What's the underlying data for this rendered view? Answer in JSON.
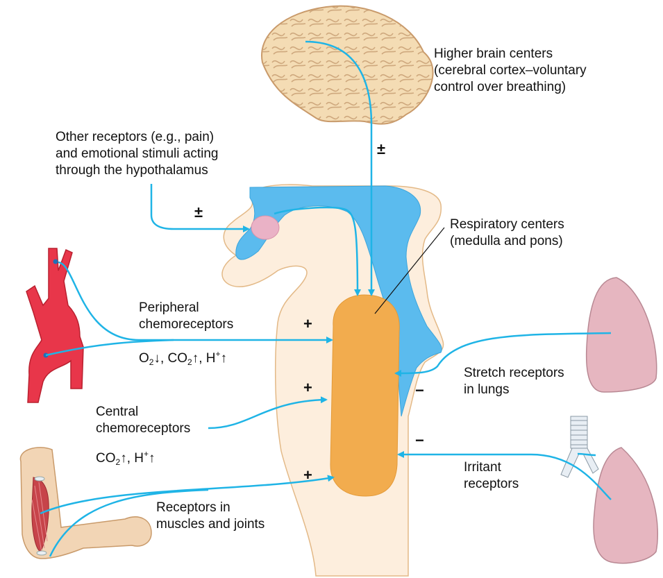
{
  "labels": {
    "higher_brain": [
      "Higher brain centers",
      "(cerebral cortex–voluntary",
      "control over breathing)"
    ],
    "other_receptors": [
      "Other receptors (e.g., pain)",
      "and emotional stimuli acting",
      "through the hypothalamus"
    ],
    "respiratory_centers": [
      "Respiratory centers",
      "(medulla and pons)"
    ],
    "peripheral": [
      "Peripheral",
      "chemoreceptors"
    ],
    "peripheral_stimuli": {
      "o2": "O",
      "o2_sub": "2",
      "co2": ", CO",
      "co2_sub": "2",
      "h": ", H",
      "h_sup": "+"
    },
    "central": [
      "Central",
      "chemoreceptors"
    ],
    "central_stimuli": {
      "co2": "CO",
      "co2_sub": "2",
      "h": ", H",
      "h_sup": "+"
    },
    "stretch": [
      "Stretch receptors",
      "in lungs"
    ],
    "irritant": [
      "Irritant",
      "receptors"
    ],
    "muscles": [
      "Receptors in",
      "muscles and joints"
    ]
  },
  "signs": {
    "brain": "±",
    "hypothalamus": "±",
    "peripheral": "+",
    "central": "+",
    "muscles": "+",
    "stretch": "−",
    "irritant": "−"
  },
  "colors": {
    "pathway": "#1fb4e6",
    "respiratory_center": "#f2ac4e",
    "brainstem": "#fdeedd",
    "ventricle": "#5bbbee",
    "brain": "#f4dcb4",
    "lung": "#e6b6c0",
    "artery": "#e8364a"
  }
}
